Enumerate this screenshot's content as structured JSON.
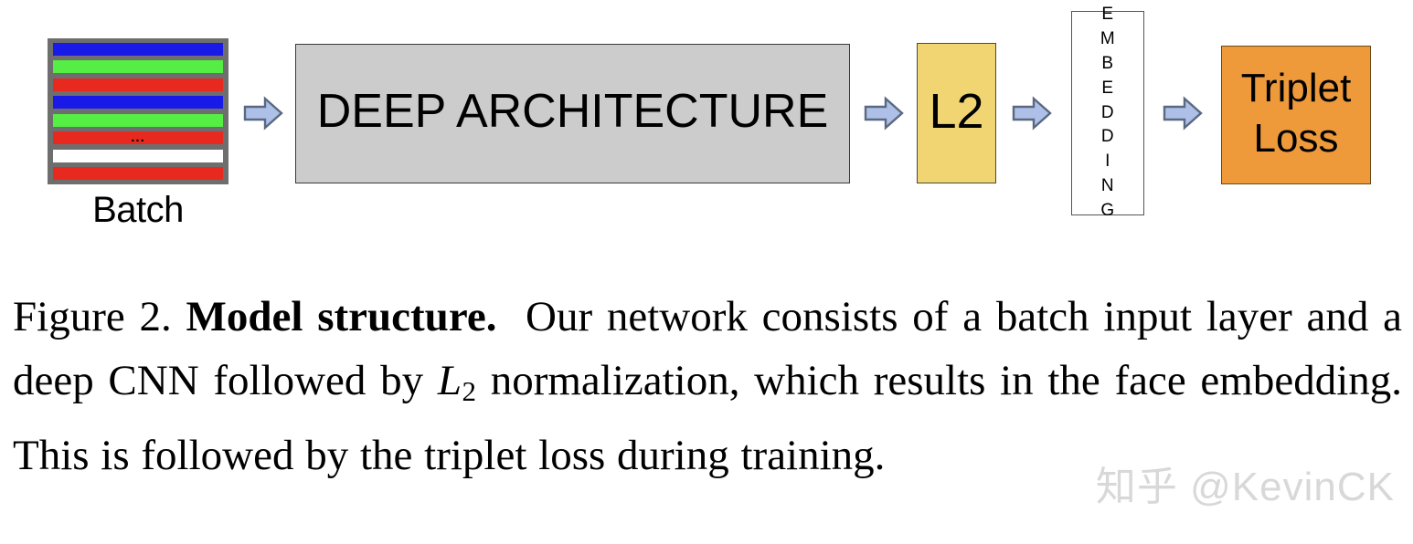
{
  "figure": {
    "batch": {
      "label": "Batch",
      "ellipsis": "...",
      "stripes": [
        {
          "name": "stripe-blue-1",
          "color": "#1a1ae8"
        },
        {
          "name": "stripe-green-1",
          "color": "#55ee44"
        },
        {
          "name": "stripe-red-1",
          "color": "#e8291f"
        },
        {
          "name": "stripe-blue-2",
          "color": "#1a1ae8"
        },
        {
          "name": "stripe-green-2",
          "color": "#55ee44"
        },
        {
          "name": "stripe-red-2",
          "color": "#e8291f"
        },
        {
          "name": "stripe-white-1",
          "color": "#ffffff"
        },
        {
          "name": "stripe-red-3",
          "color": "#e8291f"
        }
      ],
      "frame_color": "#6e6e6e"
    },
    "deep_architecture": {
      "label": "DEEP ARCHITECTURE",
      "fill": "#cccccc",
      "border": "#3a3a3a"
    },
    "l2": {
      "label": "L2",
      "fill": "#f2d573",
      "border": "#4a4a3a"
    },
    "embedding": {
      "label": "EMBEDDING",
      "letters": [
        "E",
        "M",
        "B",
        "E",
        "D",
        "D",
        "I",
        "N",
        "G"
      ],
      "fill": "#ffffff",
      "border": "#555555"
    },
    "triplet_loss": {
      "line1": "Triplet",
      "line2": "Loss",
      "fill": "#ee9a3a",
      "border": "#6a4a18"
    },
    "arrow": {
      "icon": "arrow-right-icon",
      "fill": "#aec0e8",
      "stroke": "#5a6880",
      "count": 4
    }
  },
  "caption": {
    "prefix": "Figure 2.",
    "bold_title": "Model structure.",
    "body_part1": "Our network consists of a batch input layer and a deep CNN followed by",
    "math_var": "L",
    "math_sub": "2",
    "body_part2": "normalization, which results in the face embedding. This is followed by the triplet loss during training."
  },
  "watermark": {
    "text": "知乎 @KevinCK",
    "color": "#d8d8d8"
  }
}
